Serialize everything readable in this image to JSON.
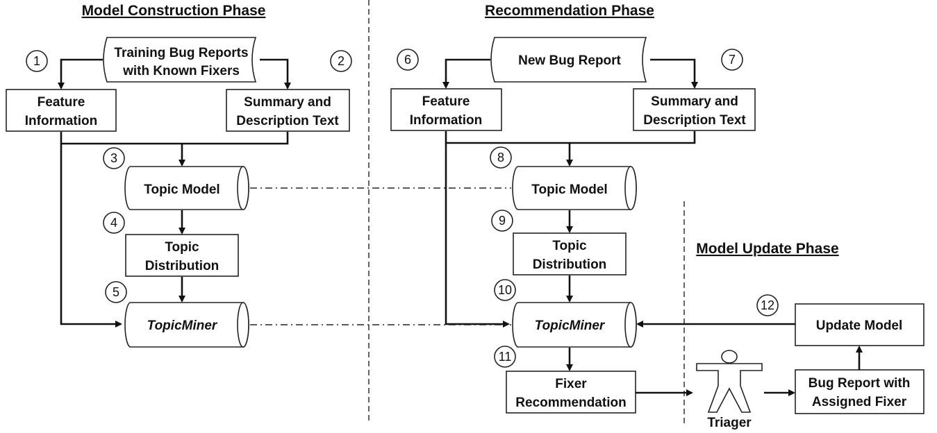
{
  "phases": {
    "construction": "Model Construction Phase",
    "recommendation": "Recommendation Phase",
    "update": "Model Update Phase"
  },
  "construction": {
    "training_bug_reports": [
      "Training Bug Reports",
      "with Known Fixers"
    ],
    "feature_information": [
      "Feature",
      "Information"
    ],
    "summary_description": [
      "Summary and",
      "Description Text"
    ],
    "topic_model": "Topic Model",
    "topic_distribution": [
      "Topic",
      "Distribution"
    ],
    "topicminer": "TopicMiner"
  },
  "recommendation": {
    "new_bug_report": "New Bug Report",
    "feature_information": [
      "Feature",
      "Information"
    ],
    "summary_description": [
      "Summary and",
      "Description Text"
    ],
    "topic_model": "Topic Model",
    "topic_distribution": [
      "Topic",
      "Distribution"
    ],
    "topicminer": "TopicMiner",
    "fixer_recommendation": [
      "Fixer",
      "Recommendation"
    ]
  },
  "update": {
    "update_model": "Update Model",
    "bug_report_assigned": [
      "Bug Report with",
      "Assigned Fixer"
    ],
    "triager": "Triager"
  },
  "steps": [
    "1",
    "2",
    "3",
    "4",
    "5",
    "6",
    "7",
    "8",
    "9",
    "10",
    "11",
    "12"
  ]
}
